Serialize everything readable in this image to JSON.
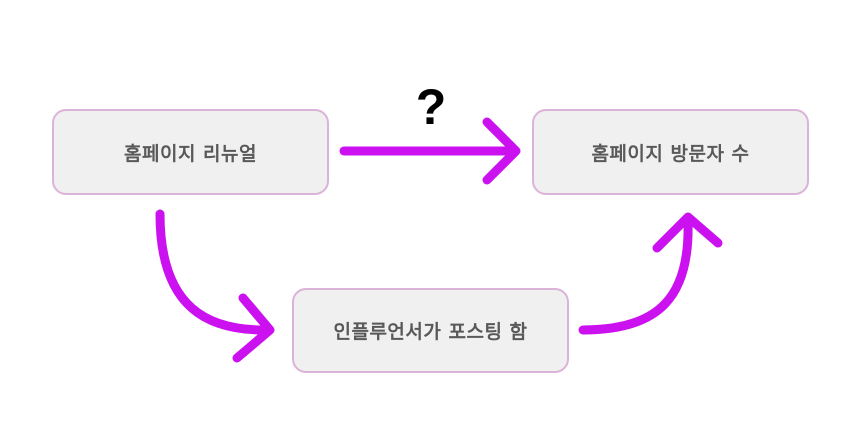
{
  "nodes": {
    "homepage_renewal": "홈페이지 리뉴얼",
    "homepage_visitors": "홈페이지 방문자 수",
    "influencer_posting": "인플루언서가 포스팅 함"
  },
  "question_mark": "?",
  "colors": {
    "arrow": "#cc11f0",
    "node_fill": "#f1f0f1",
    "node_border": "#dcb3d8",
    "node_text": "#595959"
  }
}
